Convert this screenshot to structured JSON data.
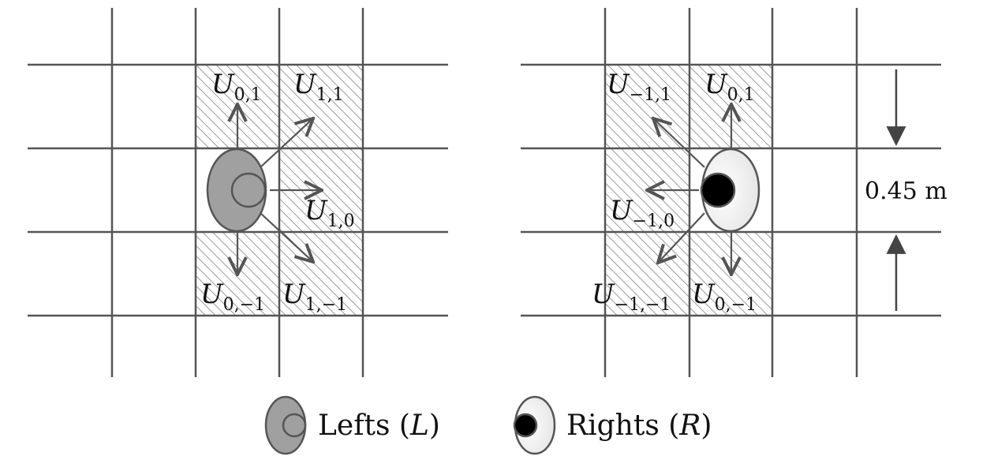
{
  "left_panel": {
    "labels": [
      {
        "id": "u-0-1",
        "base": "U",
        "sub": "0,1"
      },
      {
        "id": "u-1-1",
        "base": "U",
        "sub": "1,1"
      },
      {
        "id": "u-1-0",
        "base": "U",
        "sub": "1,0"
      },
      {
        "id": "u-0-m1",
        "base": "U",
        "sub": "0,−1"
      },
      {
        "id": "u-1-m1",
        "base": "U",
        "sub": "1,−1"
      }
    ]
  },
  "right_panel": {
    "labels": [
      {
        "id": "u-m1-1",
        "base": "U",
        "sub": "−1,1"
      },
      {
        "id": "u-0-1",
        "base": "U",
        "sub": "0,1"
      },
      {
        "id": "u-m1-0",
        "base": "U",
        "sub": "−1,0"
      },
      {
        "id": "u-m1-m1",
        "base": "U",
        "sub": "−1,−1"
      },
      {
        "id": "u-0-m1",
        "base": "U",
        "sub": "0,−1"
      }
    ]
  },
  "dimension": {
    "label": "0.45 m"
  },
  "legend": {
    "lefts": {
      "text": "Lefts (",
      "symbol": "L",
      "close": ")"
    },
    "rights": {
      "text": "Rights (",
      "symbol": "R",
      "close": ")"
    }
  },
  "colors": {
    "grid": "#555555",
    "hatch": "#9a9a9a",
    "left_fill": "#a0a0a0",
    "right_fill_light": "#ffffff",
    "right_fill_dark": "#e6e6e6",
    "head": "#000000"
  }
}
